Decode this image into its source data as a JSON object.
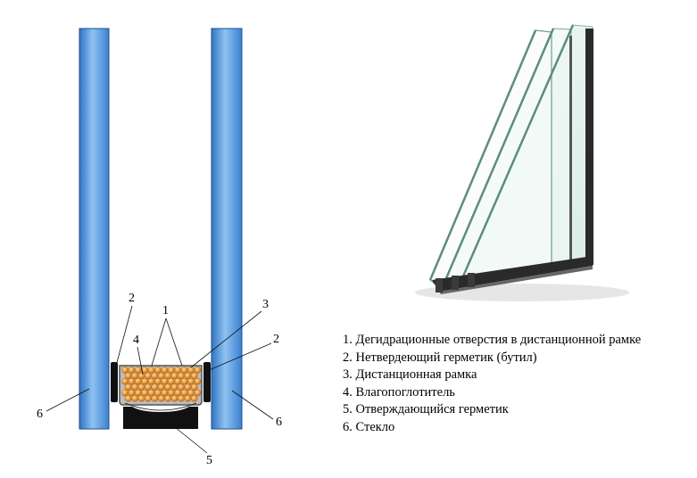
{
  "callouts": {
    "n1": "1",
    "n2_left": "2",
    "n2_right": "2",
    "n3": "3",
    "n4": "4",
    "n5": "5",
    "n6_left": "6",
    "n6_right": "6"
  },
  "legend": [
    "1. Дегидрационные отверстия в дистанционной рамке",
    "2. Нетвердеющий герметик (бутил)",
    "3. Дистанционная рамка",
    "4. Влагопоглотитель",
    "5. Отверждающийся герметик",
    "6. Стекло"
  ],
  "colors": {
    "glass_blue": "#3f86d4",
    "glass_light": "#8fc2f0",
    "desiccant": "#e8952e",
    "sealant": "#111111",
    "frame": "#8a8a8a"
  }
}
